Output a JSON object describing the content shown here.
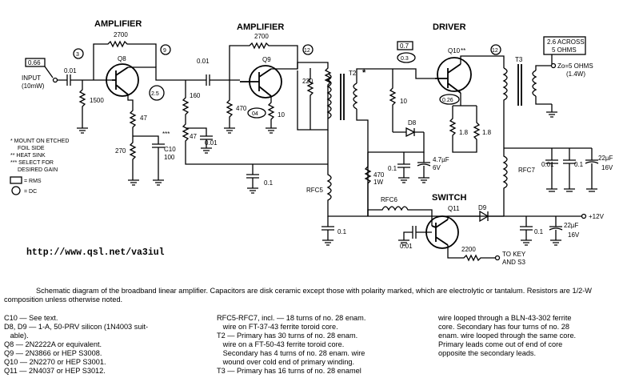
{
  "titles": {
    "amp1": "AMPLIFIER",
    "amp2": "AMPLIFIER",
    "driver": "DRIVER",
    "switch": "SWITCH"
  },
  "labels": {
    "r2700a": "2700",
    "r2700b": "2700",
    "q8": "Q8",
    "q9": "Q9",
    "q10": "Q10",
    "q10_mark": "**",
    "q11": "Q11",
    "input": "INPUT",
    "input_power": "(10mW)",
    "c001a": "0.01",
    "c001b": "0.01",
    "c001c": "0.01",
    "r1500": "1500",
    "r47a": "47",
    "r47b": "47",
    "r270": "270",
    "r160": "160",
    "r470": "470",
    "r10a": "10",
    "r220": "220",
    "r10b": "10",
    "r18a": "1.8",
    "r18b": "1.8",
    "r470w": "470",
    "r470w2": "1W",
    "c10": "C10",
    "c10v": "100",
    "c001d": "0.01",
    "c01a": "0.1",
    "c01b": "0.1",
    "c01c": "0.1",
    "c01d": "0.1",
    "c01e": "0.1",
    "c47": "4.7µF",
    "c47v": "6V",
    "c22a": "22µF",
    "c22av": "16V",
    "c22b": "22µF",
    "c22bv": "16V",
    "c001e": "0.01",
    "r2200": "2200",
    "t2": "T2",
    "t2_mark": "*",
    "t3": "T3",
    "d8": "D8",
    "d9": "D9",
    "rfc5": "RFC5",
    "rfc6": "RFC6",
    "rfc7": "RFC7",
    "plus12": "+12V",
    "tokey1": "TO KEY",
    "tokey2": "AND S3",
    "zo": "Zo=5 OHMS",
    "zo_power": "(1.4W)",
    "box_066": "0.66",
    "box_07": "0.7",
    "box_26a": "2.6 ACROSS",
    "box_26b": "5 OHMS",
    "circ_3": "3",
    "circ_9": "9",
    "circ_12a": "12",
    "circ_12b": "12",
    "circ_25": "2.5",
    "circ_04": "04",
    "circ_03": "0.3",
    "circ_026": "0.26",
    "legend1": "* MOUNT ON ETCHED",
    "legend1b": "FOIL SIDE",
    "legend2": "** HEAT SINK",
    "legend3": "*** SELECT FOR",
    "legend3b": "DESIRED GAIN",
    "legend_rms": "= RMS",
    "legend_dc": "= DC",
    "r47_mark": "***"
  },
  "url": "http://www.qsl.net/va3iul",
  "caption": "Schematic diagram of the broadband linear amplifier. Capacitors are disk ceramic except those with polarity marked, which are electrolytic or tantalum. Resistors are 1/2-W composition unless otherwise noted.",
  "parts_col1": [
    "C10 — See text.",
    "D8, D9 — 1-A, 50-PRV silicon (1N4003 suit-",
    "   able).",
    "Q8 — 2N2222A or equivalent.",
    "Q9 — 2N3866 or HEP S3008.",
    "Q10 — 2N2270 or HEP S3001.",
    "Q11 — 2N4037 or HEP S3012."
  ],
  "parts_col2": [
    "RFC5-RFC7, incl. — 18 turns of no. 28 enam.",
    "   wire on FT-37-43 ferrite toroid core.",
    "T2 — Primary has 30 turns of no. 28 enam.",
    "   wire on a FT-50-43 ferrite toroid core.",
    "   Secondary has 4 turns of no. 28 enam. wire",
    "   wound over cold end of primary winding.",
    "T3 — Primary has 16 turns of no. 28 enamel"
  ],
  "parts_col3": [
    "wire looped through a BLN-43-302 ferrite",
    "core. Secondary has four turns of no. 28",
    "enam. wire looped through the same core.",
    "Primary leads come out of end of core",
    "opposite the secondary leads."
  ]
}
